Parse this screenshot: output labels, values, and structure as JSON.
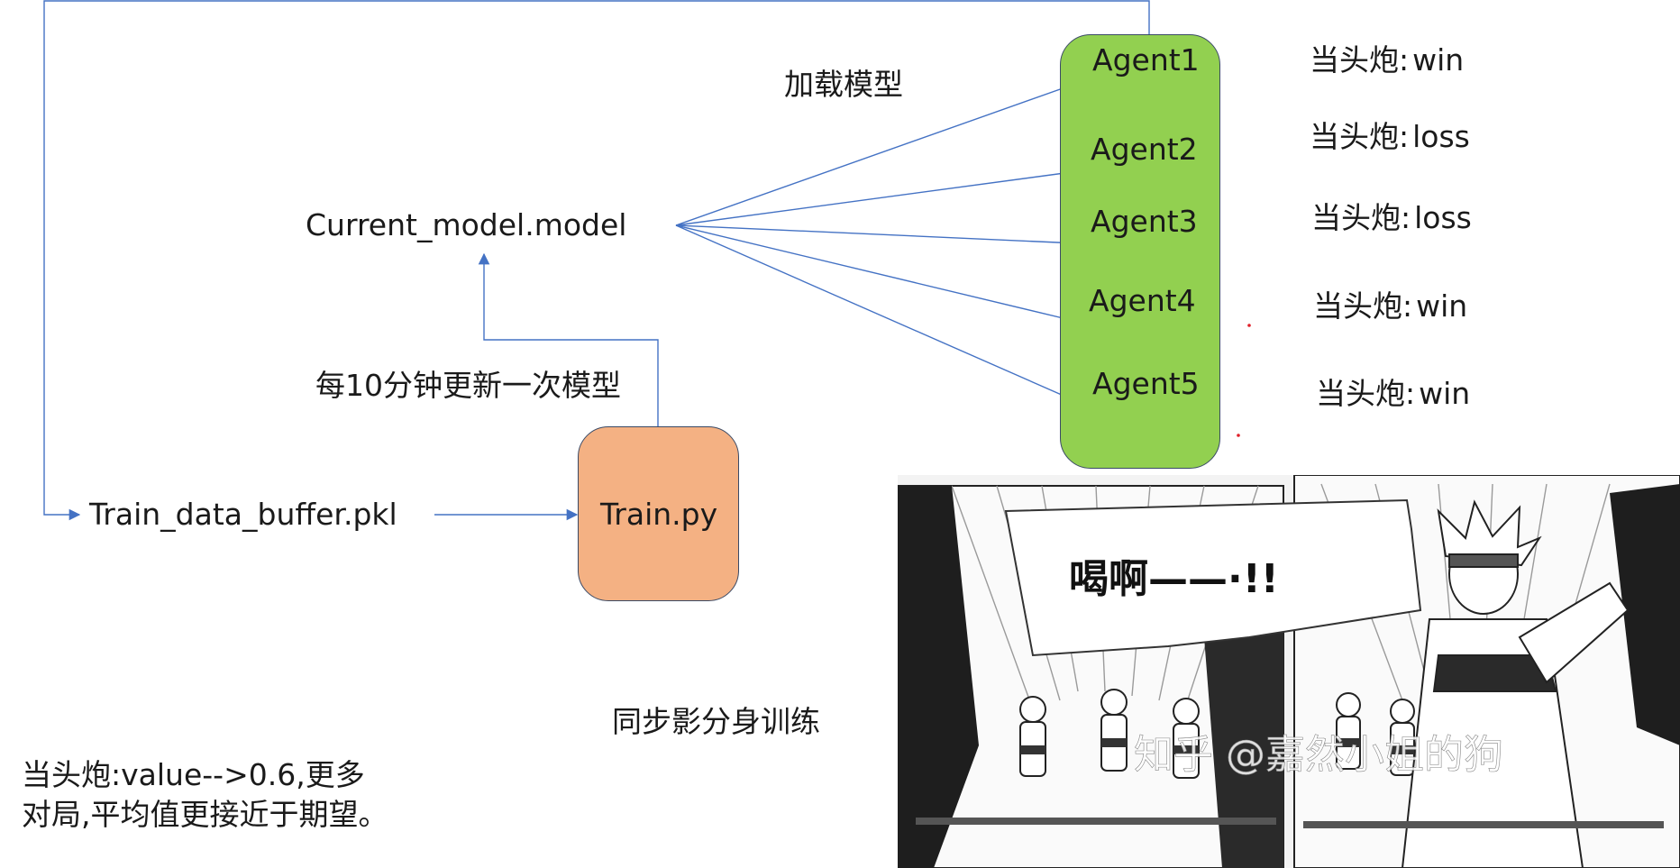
{
  "nodes": {
    "current_model": "Current_model.model",
    "train_buffer": "Train_data_buffer.pkl",
    "train_py": "Train.py",
    "agents": [
      "Agent1",
      "Agent2",
      "Agent3",
      "Agent4",
      "Agent5"
    ]
  },
  "edges": {
    "load_model": "加载模型",
    "update_every_10min": "每10分钟更新一次模型"
  },
  "results": [
    {
      "opening": "当头炮:",
      "outcome": "win"
    },
    {
      "opening": "当头炮:",
      "outcome": "loss"
    },
    {
      "opening": "当头炮:",
      "outcome": "loss"
    },
    {
      "opening": "当头炮:",
      "outcome": "win"
    },
    {
      "opening": "当头炮:",
      "outcome": "win"
    }
  ],
  "captions": {
    "sync_training": "同步影分身训练",
    "note_line1": "当头炮:value-->0.6,更多",
    "note_line2": "对局,平均值更接近于期望。"
  },
  "image": {
    "speech_text": "喝啊——·!!",
    "watermark": "知乎 @嘉然小姐的狗"
  },
  "colors": {
    "agent_box": "#92d050",
    "train_box": "#f4b183",
    "line": "#4472c4",
    "accent_dot": "#e0202a"
  }
}
